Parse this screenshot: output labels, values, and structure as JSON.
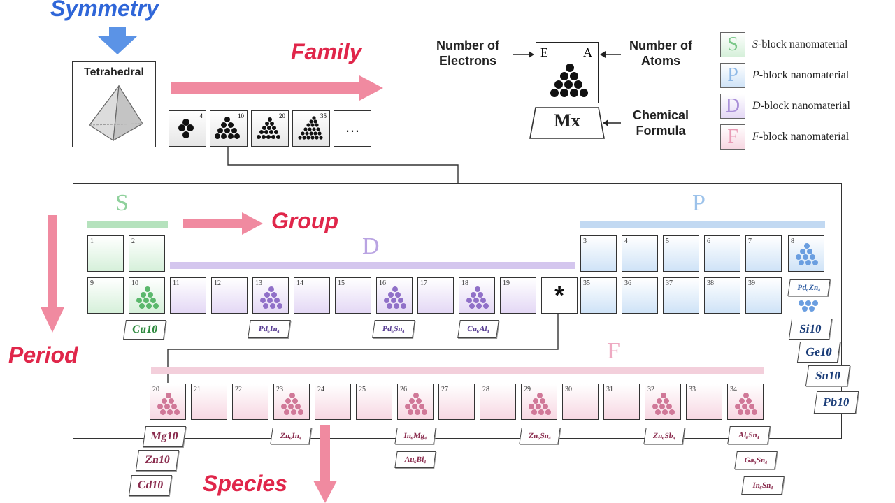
{
  "header": {
    "symmetry": "Symmetry",
    "family": "Family",
    "group": "Group",
    "period": "Period",
    "species": "Species",
    "tetrahedral": "Tetrahedral"
  },
  "family_thumbs": [
    {
      "n": "4"
    },
    {
      "n": "10"
    },
    {
      "n": "20"
    },
    {
      "n": "35"
    },
    {
      "n": "…"
    }
  ],
  "cell_key": {
    "electrons_label": "Number of Electrons",
    "atoms_label": "Number of Atoms",
    "formula_label": "Chemical Formula",
    "e_letter": "E",
    "a_letter": "A",
    "formula": "Mx"
  },
  "legend": [
    {
      "letter": "S",
      "italic": "S",
      "text": "-block nanomaterial",
      "color": "#7cc88a"
    },
    {
      "letter": "P",
      "italic": "P",
      "text": "-block nanomaterial",
      "color": "#8db8e6"
    },
    {
      "letter": "D",
      "italic": "D",
      "text": "-block nanomaterial",
      "color": "#a98fd8"
    },
    {
      "letter": "F",
      "italic": "F",
      "text": "-block nanomaterial",
      "color": "#e89ab5"
    }
  ],
  "blocks": {
    "s": "S",
    "p": "P",
    "d": "D",
    "f": "F"
  },
  "table": {
    "star": "*",
    "row1_left": [
      "1",
      "2"
    ],
    "row1_right": [
      "3",
      "4",
      "5",
      "6",
      "7",
      "8"
    ],
    "row2_d": [
      "11",
      "12",
      "13",
      "14",
      "15",
      "16",
      "17",
      "18",
      "19"
    ],
    "row2_s": [
      "9",
      "10"
    ],
    "row2_p": [
      "35",
      "36",
      "37",
      "38",
      "39"
    ],
    "row_f": [
      "20",
      "21",
      "22",
      "23",
      "24",
      "25",
      "26",
      "27",
      "28",
      "29",
      "30",
      "31",
      "32",
      "33",
      "34"
    ]
  },
  "tags": {
    "cu10": "Cu10",
    "pd_in": "Pd₆In₄",
    "pd_sn": "Pd₆Sn₄",
    "cu_al": "Cu₆Al₄",
    "pd_zn": "Pd₆Zn₄",
    "si10": "Si10",
    "ge10": "Ge10",
    "sn10": "Sn10",
    "pb10": "Pb10",
    "mg10": "Mg10",
    "zn10": "Zn10",
    "cd10": "Cd10",
    "zn_in": "Zn₆In₄",
    "in_mg": "In₆Mg₄",
    "au_bi": "Au₆Bi₄",
    "zn_sn": "Zn₆Sn₄",
    "zn_sb": "Zn₆Sb₄",
    "al_sn": "Al₆Sn₄",
    "ga_sn": "Ga₆Sn₄",
    "in_sn": "In₆Sn₄"
  },
  "colors": {
    "label_red": "#e0264a",
    "label_blue": "#2f66d8",
    "arrow_pink": "#f08aa0",
    "arrow_blue": "#5b93e6"
  }
}
